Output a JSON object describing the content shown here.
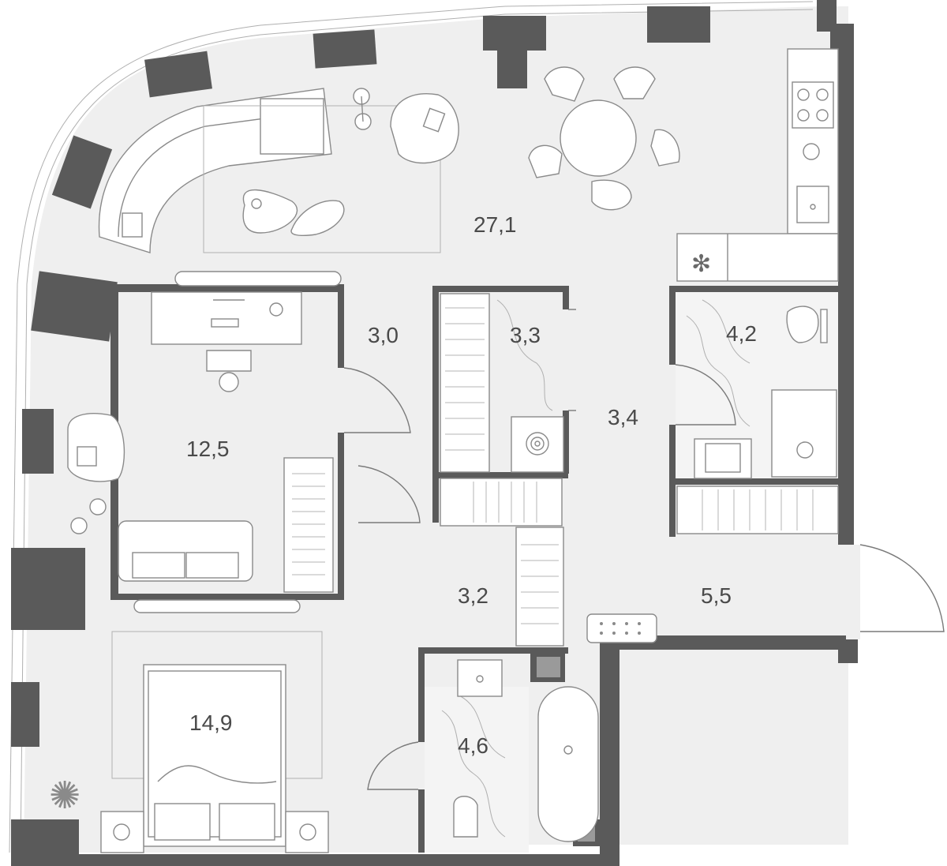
{
  "rooms": [
    {
      "id": "living-kitchen",
      "area": "27,1"
    },
    {
      "id": "corridor-upper",
      "area": "3,0"
    },
    {
      "id": "wardrobe-upper",
      "area": "3,3"
    },
    {
      "id": "corridor-right",
      "area": "3,4"
    },
    {
      "id": "bathroom-upper",
      "area": "4,2"
    },
    {
      "id": "study",
      "area": "12,5"
    },
    {
      "id": "corridor-lower",
      "area": "3,2"
    },
    {
      "id": "hallway",
      "area": "5,5"
    },
    {
      "id": "bedroom",
      "area": "14,9"
    },
    {
      "id": "bathroom-lower",
      "area": "4,6"
    }
  ],
  "colors": {
    "wall": "#5a5a5a",
    "floor": "#efefef",
    "furniture_stroke": "#8a8a8a",
    "text": "#4a4a4a"
  },
  "icons": [
    "snowflake-icon",
    "plant-icon",
    "spiral-icon"
  ]
}
